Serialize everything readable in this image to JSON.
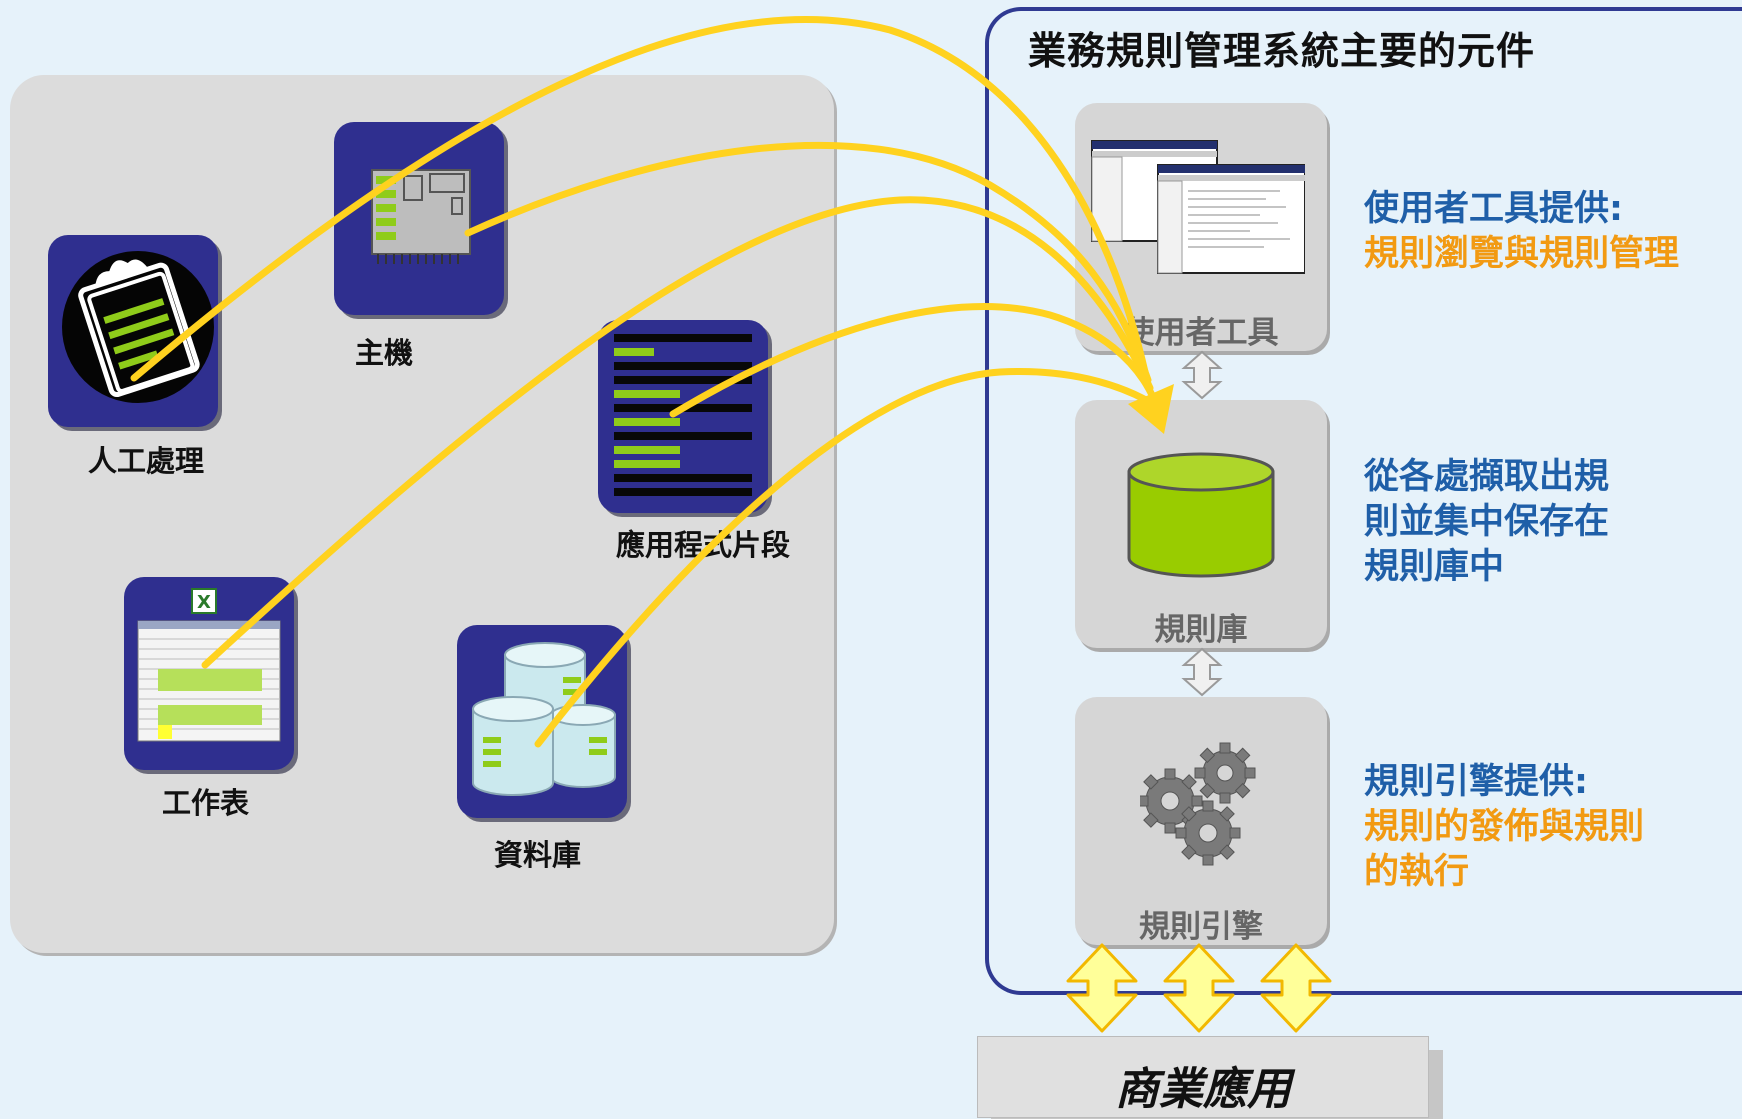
{
  "brms": {
    "title": "業務規則管理系統主要的元件",
    "components": {
      "user_tools": "使用者工具",
      "rule_repository": "規則庫",
      "rule_engine": "規則引擎"
    }
  },
  "sources": {
    "manual": "人工處理",
    "mainframe": "主機",
    "app_fragment": "應用程式片段",
    "worksheet": "工作表",
    "database": "資料庫"
  },
  "descriptions": {
    "user_tools": {
      "line1": "使用者工具提供:",
      "line2": "規則瀏覽與規則管理"
    },
    "repository": {
      "line1": "從各處擷取出規",
      "line2": "則並集中保存在",
      "line3": "規則庫中"
    },
    "engine": {
      "line1": "規則引擎提供:",
      "line2": "規則的發佈與規則",
      "line3": "的執行"
    }
  },
  "business_app": "商業應用",
  "colors": {
    "tile": "#2f2f8f",
    "arrow": "#ffd21f",
    "accent_blue": "#1f5fa8",
    "accent_orange": "#f29a12",
    "frame": "#2f3a92"
  }
}
